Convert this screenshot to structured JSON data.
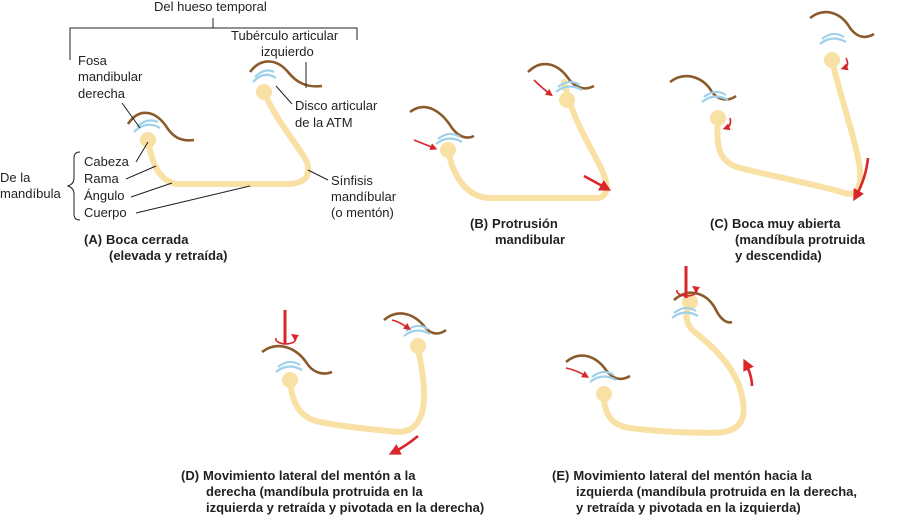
{
  "colors": {
    "jaw": "#f9e1a6",
    "bone": "#8b5a2b",
    "disc": "#9fd0ea",
    "arrow": "#d9262a",
    "line": "#231f20"
  },
  "labels": {
    "temporal": "Del hueso temporal",
    "fosa": [
      "Fosa",
      "mandibular",
      "derecha"
    ],
    "tuberculo": [
      "Tubérculo articular",
      "izquierdo"
    ],
    "disco": [
      "Disco articular",
      "de la ATM"
    ],
    "sinfisis": [
      "Sínfisis",
      "mandíbular",
      "(o mentón)"
    ],
    "mandibula": [
      "De la",
      "mandíbula"
    ],
    "cabeza": "Cabeza",
    "rama": "Rama",
    "angulo": "Ángulo",
    "cuerpo": "Cuerpo"
  },
  "panels": {
    "A": {
      "letter": "(A)",
      "lines": [
        "Boca cerrada",
        "(elevada y retraída)"
      ]
    },
    "B": {
      "letter": "(B)",
      "lines": [
        "Protrusión",
        "mandibular"
      ]
    },
    "C": {
      "letter": "(C)",
      "lines": [
        "Boca muy abierta",
        "(mandíbula protruida",
        "y descendida)"
      ]
    },
    "D": {
      "letter": "(D)",
      "lines": [
        "Movimiento lateral del mentón a la",
        "derecha (mandíbula protruida en la",
        "izquierda y retraída y pivotada en la derecha)"
      ]
    },
    "E": {
      "letter": "(E)",
      "lines": [
        "Movimiento lateral del mentón hacia la",
        "izquierda (mandíbula protruida en la derecha,",
        "y retraída y pivotada en la izquierda)"
      ]
    }
  }
}
